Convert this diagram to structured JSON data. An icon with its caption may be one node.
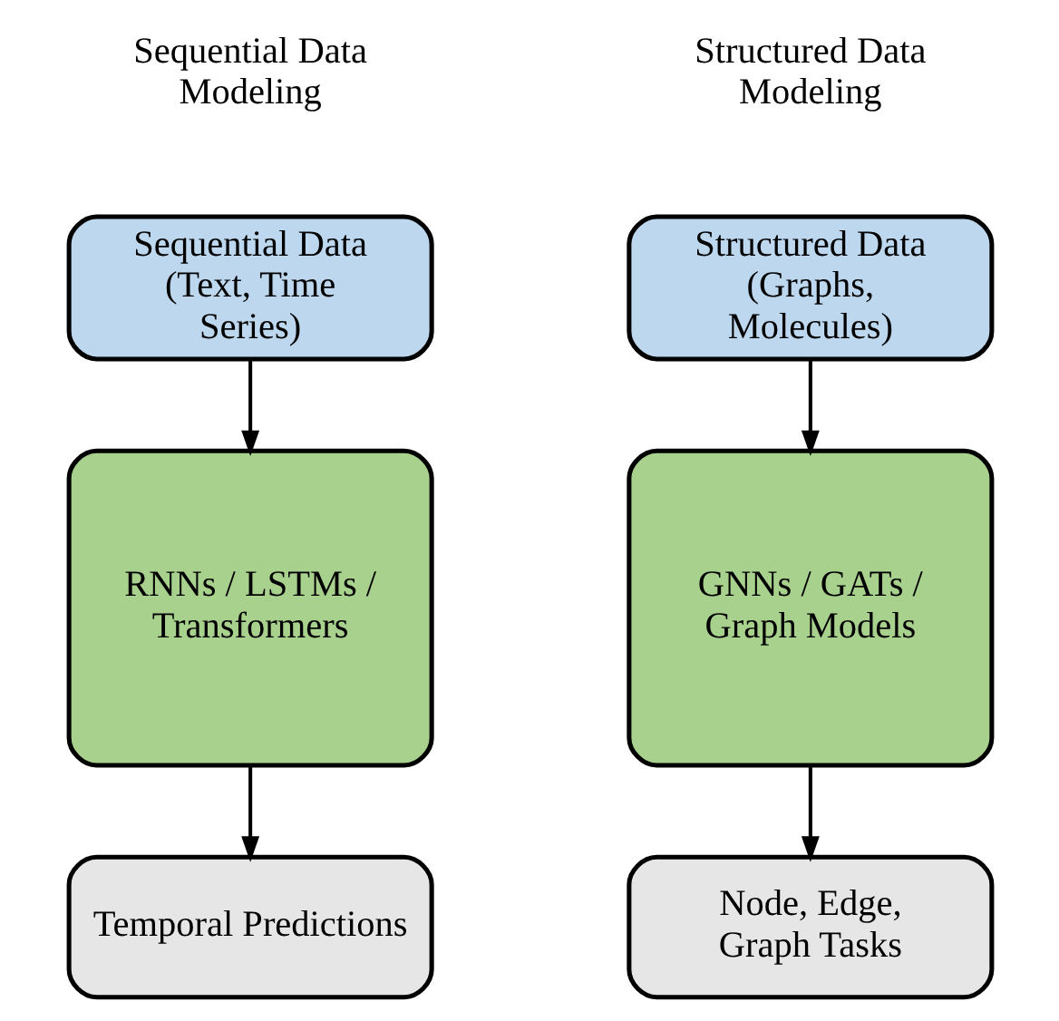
{
  "diagram": {
    "nodes": [
      {
        "text": [
          "Sequential Data (Text, Time Series)"
        ]
      },
      {
        "text": [
          "RNNs / LSTMs / Transformers"
        ]
      },
      {
        "text": [
          "Temporal Predictions"
        ]
      },
      {
        "text": [
          "Structured Data (Graphs, Molecules)"
        ]
      },
      {
        "text": [
          "GNNs / GATs / Graph Models"
        ]
      },
      {
        "text": [
          "Node, Edge, Graph Tasks"
        ]
      }
    ],
    "edges": [
      {
        "from": 0,
        "to": 1,
        "arrow": "to"
      },
      {
        "from": 1,
        "to": 2,
        "arrow": "to"
      },
      {
        "from": 3,
        "to": 4,
        "arrow": "to"
      },
      {
        "from": 4,
        "to": 5,
        "arrow": "to"
      }
    ],
    "labels": [
      "Sequential Data Modeling",
      "Structured Data Modeling"
    ]
  }
}
